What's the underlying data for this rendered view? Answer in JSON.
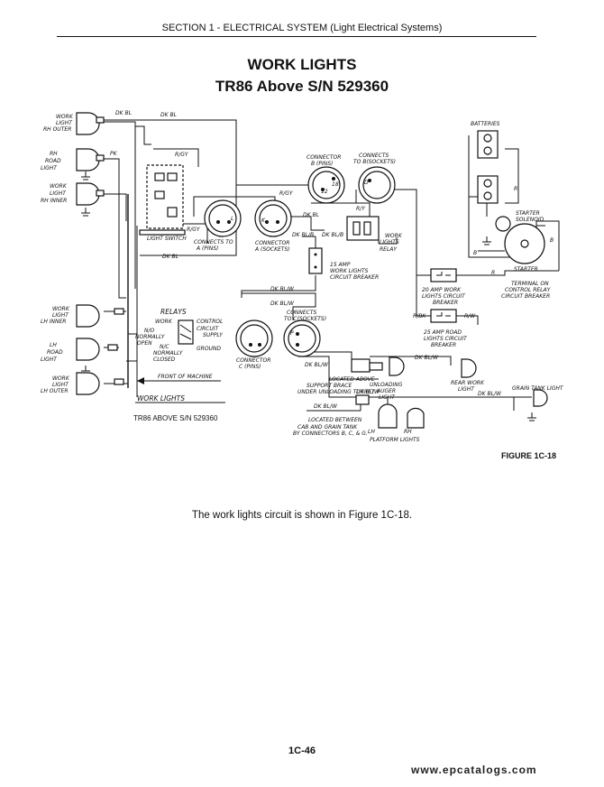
{
  "header": {
    "section": "SECTION 1 - ELECTRICAL SYSTEM (Light Electrical Systems)"
  },
  "title": {
    "line1": "WORK LIGHTS",
    "line2": "TR86 Above S/N 529360"
  },
  "diagram": {
    "components": {
      "rh_outer": [
        "WORK",
        "LIGHT",
        "RH OUTER"
      ],
      "rh_road": [
        "RH",
        "ROAD",
        "LIGHT"
      ],
      "rh_inner": [
        "WORK",
        "LIGHT",
        "RH INNER"
      ],
      "lh_inner": [
        "WORK",
        "LIGHT",
        "LH INNER"
      ],
      "lh_road": [
        "LH",
        "ROAD",
        "LIGHT"
      ],
      "lh_outer": [
        "WORK",
        "LIGHT",
        "LH OUTER"
      ],
      "light_switch": "LIGHT SWITCH",
      "connects_a_pins": [
        "CONNECTS TO",
        "A (PINS)"
      ],
      "connector_a_sockets": [
        "CONNECTOR",
        "A (SOCKETS)"
      ],
      "connector_b_pins": [
        "CONNECTOR",
        "B (PINS)"
      ],
      "connects_b_sockets": [
        "CONNECTS",
        "TO B(SOCKETS)"
      ],
      "work_lights_relay": [
        "WORK",
        "LIGHTS",
        "RELAY"
      ],
      "breaker_15": [
        "15 AMP",
        "WORK LIGHTS",
        "CIRCUIT BREAKER"
      ],
      "breaker_20": [
        "20 AMP WORK",
        "LIGHTS CIRCUIT",
        "BREAKER"
      ],
      "breaker_25": [
        "25 AMP ROAD",
        "LIGHTS CIRCUIT",
        "BREAKER"
      ],
      "batteries": "BATTERIES",
      "starter_solenoid": [
        "STARTER",
        "SOLENOID"
      ],
      "starter": "STARTER",
      "terminal_relay": [
        "TERMINAL ON",
        "CONTROL RELAY",
        "CIRCUIT BREAKER"
      ],
      "relays": "RELAYS",
      "relay_work": "WORK",
      "relay_control": "CONTROL",
      "relay_circuit": "CIRCUIT",
      "relay_supply": "SUPPLY",
      "relay_no": [
        "N/O",
        "NORMALLY",
        "OPEN"
      ],
      "relay_nc": [
        "N/C",
        "NORMALLY",
        "CLOSED"
      ],
      "relay_ground": "GROUND",
      "front_of_machine": "FRONT OF MACHINE",
      "work_lights_heading": "WORK LIGHTS",
      "model_note": "TR86 ABOVE S/N 529360",
      "connector_c_pins": [
        "CONNECTOR",
        "C (PINS)"
      ],
      "connects_c_sockets": [
        "CONNECTS",
        "TO C(SOCKETS)"
      ],
      "support_brace": [
        "LOCATED ABOVE",
        "SUPPORT BRACE",
        "UNDER UNLOADING TURRET"
      ],
      "unloading_auger": [
        "UNLOADING",
        "AUGER",
        "LIGHT"
      ],
      "rear_work": [
        "REAR WORK",
        "LIGHT"
      ],
      "grain_tank": "GRAIN TANK LIGHT",
      "located_between": [
        "LOCATED BETWEEN",
        "CAB AND GRAIN TANK",
        "BY CONNECTORS B, C, & G."
      ],
      "platform_lh": "LH",
      "platform_rh": "RH",
      "platform_lights": "PLATFORM LIGHTS"
    },
    "wires": {
      "dk_bl": "DK BL",
      "pk": "PK",
      "r_gy": "R/GY",
      "r_y": "R/Y",
      "dk_bl_b": "DK BL/B",
      "dk_bl_w": "DK BL/W",
      "r": "R",
      "b": "B",
      "r_bk": "R/BK",
      "r_w": "R/W",
      "pins_18": "18",
      "pins_12": "12",
      "pins_k": "K",
      "pins_l": "L",
      "pins_p": "P",
      "pins_d": "D"
    }
  },
  "figure_label": "FIGURE 1C-18",
  "caption": "The work lights circuit is shown in Figure 1C-18.",
  "page_number": "1C-46",
  "watermark": "www.epcatalogs.com"
}
